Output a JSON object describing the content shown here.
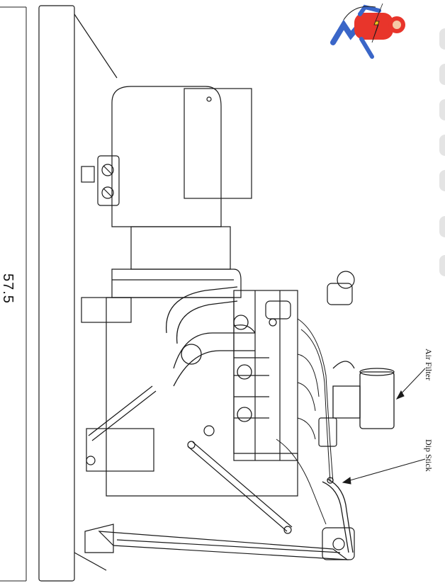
{
  "dimension": {
    "label": "57.5"
  },
  "callouts": {
    "air_filter": "Air Filter",
    "dip_stick": "Dip Stick"
  },
  "colors": {
    "line": "#1a1a1a",
    "mascot_red": "#e8352b",
    "mascot_blue": "#3a66c8",
    "mascot_yellow": "#f3c21a"
  },
  "icons": {
    "mascot": "lightning-man-icon"
  }
}
